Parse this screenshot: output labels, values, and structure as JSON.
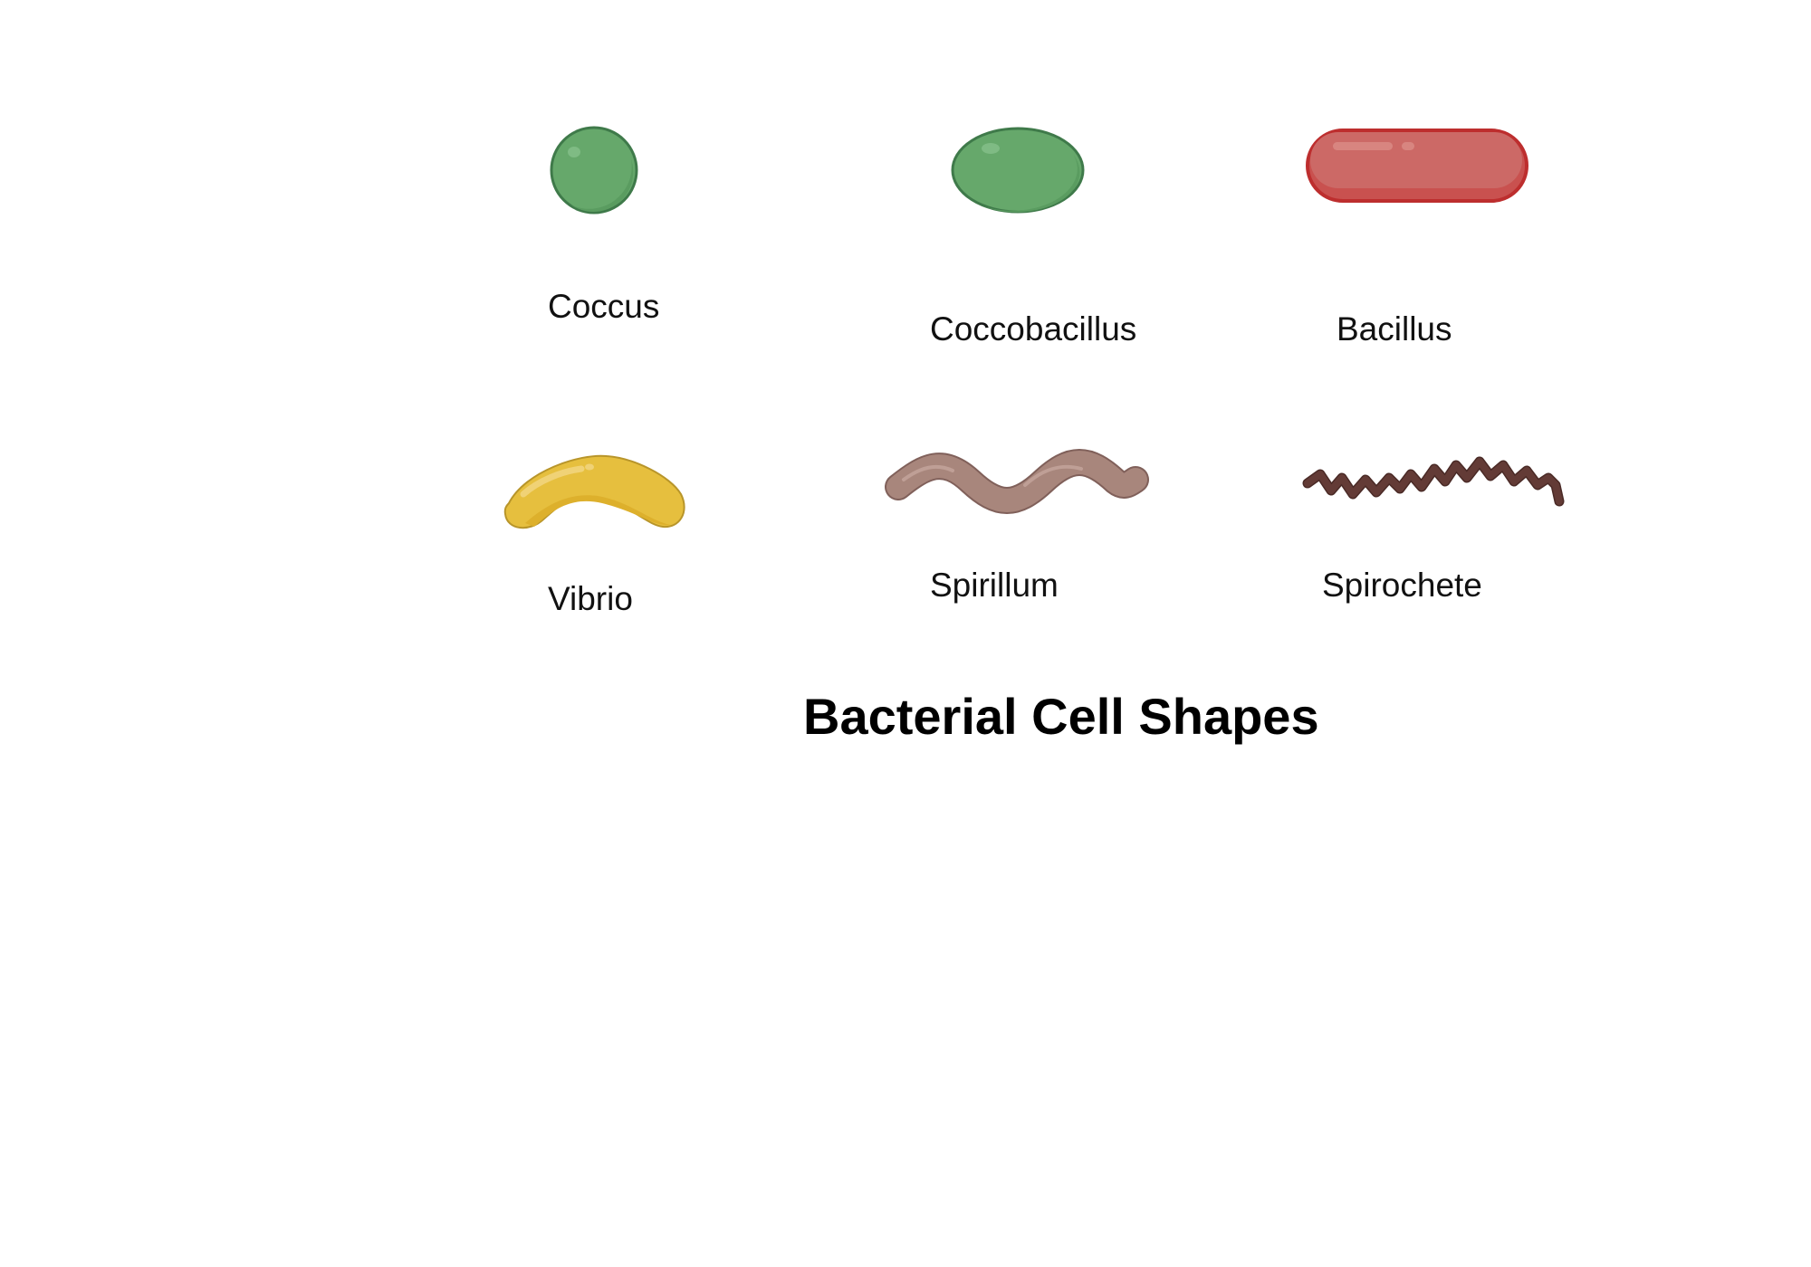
{
  "title": "Bacterial Cell Shapes",
  "shapes": [
    {
      "id": "coccus",
      "label": "Coccus",
      "fill": "#66a86b",
      "stroke": "#3f7a4a"
    },
    {
      "id": "coccobacillus",
      "label": "Coccobacillus",
      "fill": "#66a86b",
      "stroke": "#3f7a4a"
    },
    {
      "id": "bacillus",
      "label": "Bacillus",
      "fill": "#cc6966",
      "stroke": "#bd2e2e"
    },
    {
      "id": "vibrio",
      "label": "Vibrio",
      "fill": "#e6bf3e",
      "stroke": "#b8952a"
    },
    {
      "id": "spirillum",
      "label": "Spirillum",
      "fill": "#a8867c",
      "stroke": "#80605a"
    },
    {
      "id": "spirochete",
      "label": "Spirochete",
      "fill": "#633b36",
      "stroke": "#4a2a26"
    }
  ]
}
